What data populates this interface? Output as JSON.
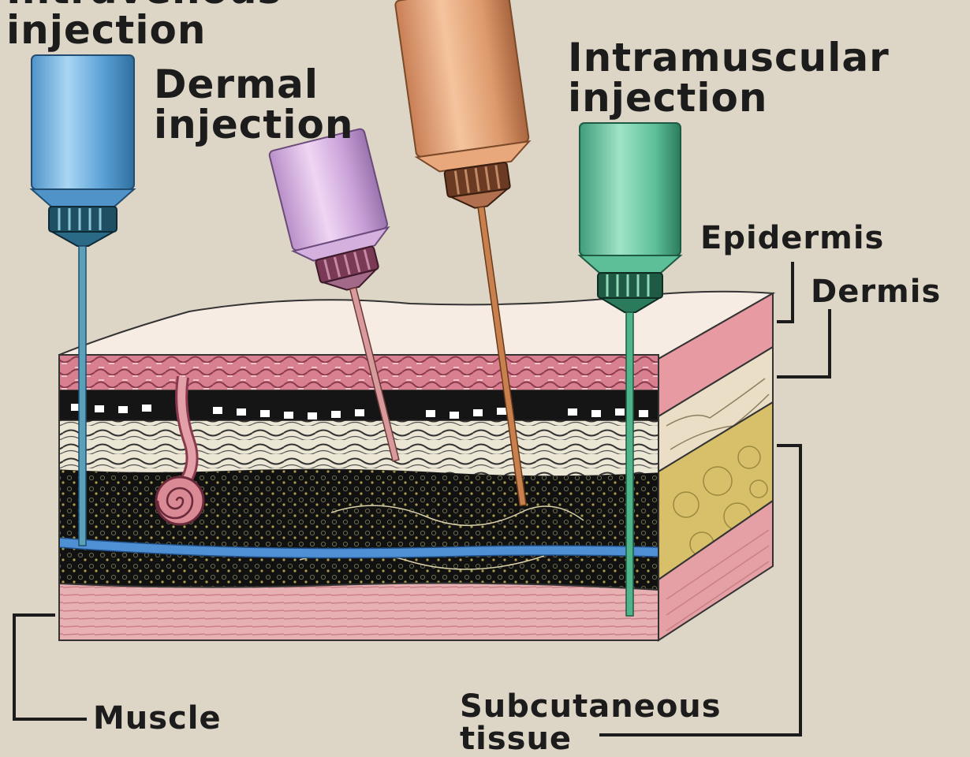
{
  "labels": {
    "intravenous": {
      "line1": "Intravenous",
      "line2": "injection"
    },
    "dermal": {
      "line1": "Dermal",
      "line2": "injection"
    },
    "intramuscular": {
      "line1": "Intramuscular",
      "line2": "injection"
    },
    "epidermis": "Epidermis",
    "dermis": "Dermis",
    "muscle": "Muscle",
    "subcutaneous": {
      "line1": "Subcutaneous",
      "line2": "tissue"
    }
  },
  "colors": {
    "background": "#ddd6c6",
    "syringe_intravenous": "#6fb3e0",
    "syringe_dermal": "#d9b4e3",
    "syringe_subcutaneous": "#e8a87c",
    "syringe_intramuscular": "#6cc7a3",
    "epidermis": "#e79aa1",
    "dermis": "#e9dcc0",
    "subcutaneous": "#d8c06a",
    "muscle": "#e4a0a4",
    "vein": "#4f8fd3"
  },
  "icons": [
    "intravenous-syringe-icon",
    "dermal-syringe-icon",
    "subcutaneous-syringe-icon",
    "intramuscular-syringe-icon",
    "hair-follicle-icon",
    "vein-icon"
  ]
}
